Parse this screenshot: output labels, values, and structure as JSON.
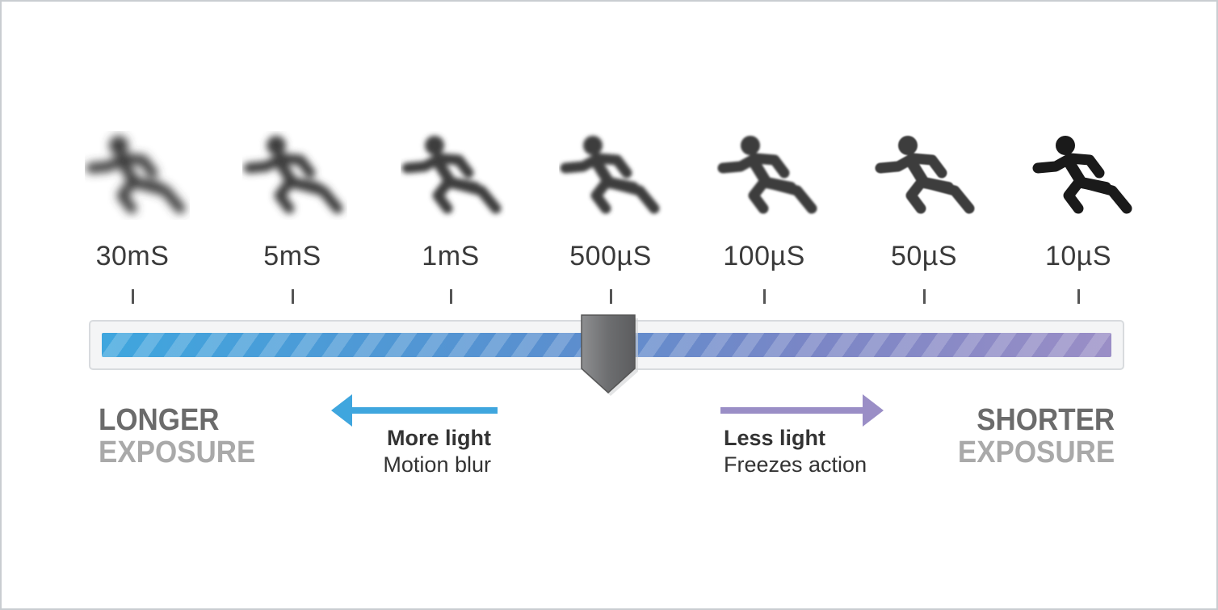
{
  "shutter_speeds": [
    "30mS",
    "5mS",
    "1mS",
    "500µS",
    "100µS",
    "50µS",
    "10µS"
  ],
  "runner_blur_levels": [
    5.5,
    4.5,
    3.2,
    2.3,
    1.4,
    0.8,
    0
  ],
  "runner_icon": "running-person-icon",
  "slider": {
    "selected_index": 3,
    "selected_value": "500µS"
  },
  "colors": {
    "left_accent": "#3fa6de",
    "right_accent": "#9a8ec6"
  },
  "longer": {
    "line1": "LONGER",
    "line2": "EXPOSURE"
  },
  "shorter": {
    "line1": "SHORTER",
    "line2": "EXPOSURE"
  },
  "left_note": {
    "strong": "More light",
    "weak": "Motion blur"
  },
  "right_note": {
    "strong": "Less light",
    "weak": "Freezes action"
  }
}
